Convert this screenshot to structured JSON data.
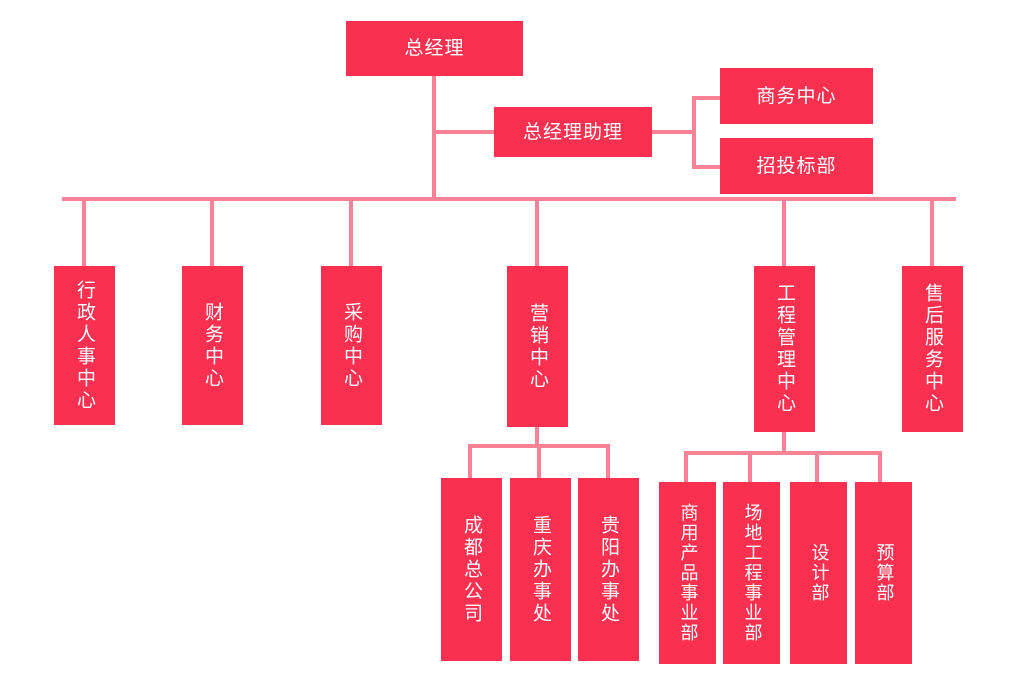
{
  "chart_title": "",
  "theme": {
    "node_fill": "#F9304F",
    "node_text": "#FFFFFF",
    "connector": "#FA8296",
    "background": "#FFFFFF"
  },
  "nodes": {
    "gm": {
      "label": "总经理",
      "orientation": "horizontal",
      "level": 1
    },
    "gm_assistant": {
      "label": "总经理助理",
      "orientation": "horizontal",
      "level": 2
    },
    "business_center": {
      "label": "商务中心",
      "orientation": "horizontal",
      "level": 3
    },
    "bidding_dept": {
      "label": "招投标部",
      "orientation": "horizontal",
      "level": 3
    },
    "admin_hr_center": {
      "label": "行政人事中心",
      "orientation": "vertical",
      "level": 2
    },
    "finance_center": {
      "label": "财务中心",
      "orientation": "vertical",
      "level": 2
    },
    "purchasing_center": {
      "label": "采购中心",
      "orientation": "vertical",
      "level": 2
    },
    "marketing_center": {
      "label": "营销中心",
      "orientation": "vertical",
      "level": 2
    },
    "engineering_mgmt_center": {
      "label": "工程管理中心",
      "orientation": "vertical",
      "level": 2
    },
    "aftersales_center": {
      "label": "售后服务中心",
      "orientation": "vertical",
      "level": 2
    },
    "chengdu_hq": {
      "label": "成都总公司",
      "orientation": "vertical",
      "level": 3
    },
    "chongqing_office": {
      "label": "重庆办事处",
      "orientation": "vertical",
      "level": 3
    },
    "guiyang_office": {
      "label": "贵阳办事处",
      "orientation": "vertical",
      "level": 3
    },
    "commercial_product_div": {
      "label": "商用产品事业部",
      "orientation": "vertical",
      "level": 3
    },
    "site_engineering_div": {
      "label": "场地工程事业部",
      "orientation": "vertical",
      "level": 3
    },
    "design_dept": {
      "label": "设计部",
      "orientation": "vertical",
      "level": 3
    },
    "budget_dept": {
      "label": "预算部",
      "orientation": "vertical",
      "level": 3
    }
  },
  "hierarchy": [
    {
      "parent": "gm",
      "children": [
        "gm_assistant",
        "admin_hr_center",
        "finance_center",
        "purchasing_center",
        "marketing_center",
        "engineering_mgmt_center",
        "aftersales_center"
      ]
    },
    {
      "parent": "gm_assistant",
      "children": [
        "business_center",
        "bidding_dept"
      ]
    },
    {
      "parent": "marketing_center",
      "children": [
        "chengdu_hq",
        "chongqing_office",
        "guiyang_office"
      ]
    },
    {
      "parent": "engineering_mgmt_center",
      "children": [
        "commercial_product_div",
        "site_engineering_div",
        "design_dept",
        "budget_dept"
      ]
    }
  ]
}
